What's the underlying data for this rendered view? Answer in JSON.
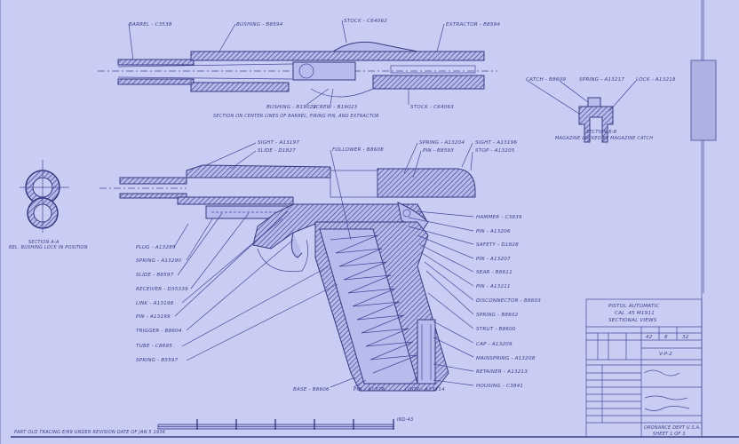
{
  "colors": {
    "paper": "#cacdf3",
    "ink": "#353a82"
  },
  "top_section": {
    "labels": [
      "BARREL - C3538",
      "BUSHING - B8594",
      "STOCK - C64062",
      "EXTRACTOR - B8594",
      "BUSHING - B19022",
      "SCREW - B19023",
      "STOCK - C64063"
    ],
    "caption": "SECTION ON CENTER LINES OF BARREL, FIRING PIN, AND EXTRACTOR"
  },
  "section_bb": {
    "labels": [
      "CATCH - B8609",
      "SPRING - A13217",
      "LOCK - A13218"
    ],
    "caption1": "SECTION B-B",
    "caption2": "MAGAZINE LOCKED BY MAGAZINE CATCH"
  },
  "section_aa": {
    "caption1": "SECTION A-A",
    "caption2": "REL. BUSHING LOCK IN POSITION"
  },
  "main_view": {
    "top_labels": [
      "SIGHT - A13197",
      "SLIDE - D1827",
      "FOLLOWER - B8608",
      "SPRING - A13204",
      "PIN - B8593",
      "SIGHT - A13196",
      "STOP - A13205"
    ],
    "left_labels": [
      "PLUG - A13289",
      "SPRING - A13290",
      "SLIDE - B8597",
      "RECEIVER - D35339",
      "LINK - A13198",
      "PIN - A13199",
      "TRIGGER - B8604",
      "TUBE - C8695",
      "SPRING - B5597"
    ],
    "right_labels": [
      "HAMMER - C3839",
      "PIN - A13206",
      "SAFETY - D1828",
      "PIN - A13207",
      "SEAR - B8611",
      "PIN - A13211",
      "DISCONNECTOR - B8603",
      "SPRING - B8602",
      "STRUT - B8600",
      "CAP - A13209",
      "MAINSPRING - A13208",
      "RETAINER - A13213",
      "HOUSING - C3841"
    ],
    "bottom_labels": [
      "BASE - B8606",
      "PIN - A1326",
      "LOOP - A13214"
    ]
  },
  "title_block": {
    "title1": "PISTOL AUTOMATIC",
    "title2": "CAL .45 M1911",
    "title3": "SECTIONAL VIEWS",
    "numbers": [
      "42",
      "8",
      "32"
    ],
    "symbol": "V-P-2",
    "dept": "ORDNANCE DEPT U.S.A.",
    "sheet": "SHEET 1 OF 3"
  },
  "footer": {
    "note": "PART OLD TRACING E/69 UNDER REVISION DATE OF JAN 5 1936",
    "scale_label": "IND-43"
  }
}
